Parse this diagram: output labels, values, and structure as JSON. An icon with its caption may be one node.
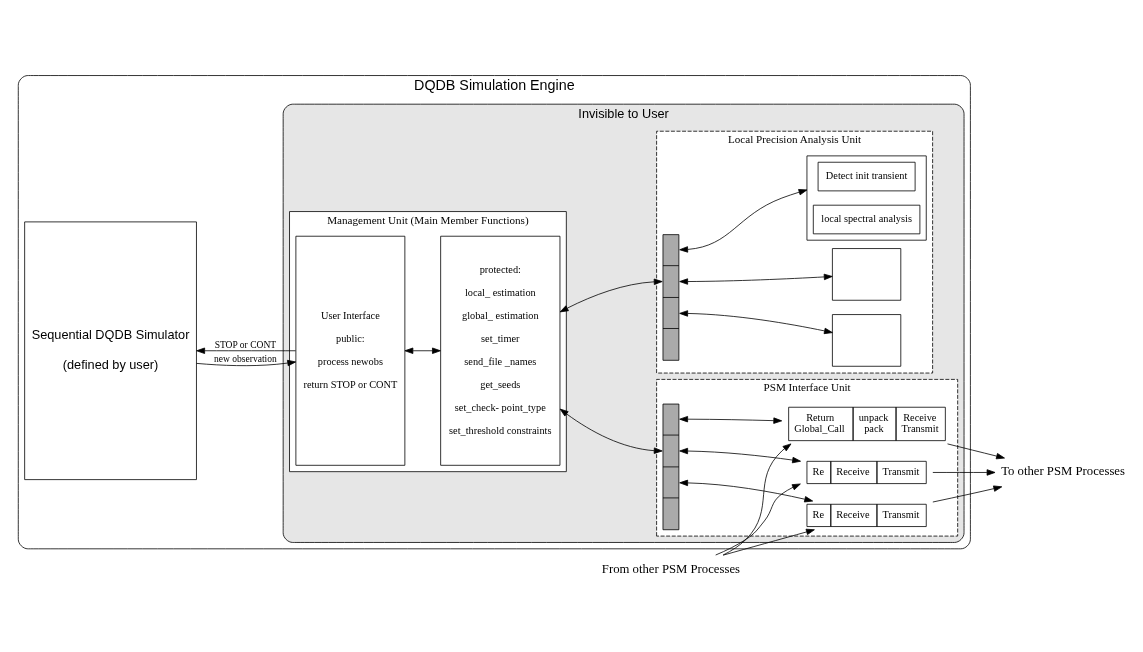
{
  "diagram": {
    "nodes": [
      {
        "text": [
          "DQDB Simulation Engine"
        ]
      },
      {
        "text": [
          "Sequential DQDB Simulator",
          "(defined by user)"
        ],
        "in": 0
      },
      {
        "text": [
          "Invisible to User"
        ],
        "in": 0
      },
      {
        "text": [
          "Management Unit (Main Member Functions)"
        ],
        "in": 2
      },
      {
        "text": [
          "Local Precision Analysis Unit"
        ],
        "in": 2
      },
      {
        "text": [
          "PSM Interface Unit"
        ],
        "in": 2
      },
      {
        "text": [
          "User Interface",
          "public:",
          "process newobs",
          "return STOP or CONT"
        ],
        "in": 3
      },
      {
        "text": [
          "protected:",
          "local_ estimation",
          "global_ estimation",
          "set_timer",
          "send_file _names",
          "get_seeds",
          "set_check- point_type",
          "set_threshold constraints"
        ],
        "in": 3
      },
      {
        "text": [],
        "shape": "bar",
        "in": 4
      },
      {
        "text": [],
        "shape": "box",
        "in": 4
      },
      {
        "text": [
          "Detect init transient"
        ],
        "in": 9
      },
      {
        "text": [
          "local spectral analysis"
        ],
        "in": 9
      },
      {
        "text": [],
        "shape": "box",
        "in": 4
      },
      {
        "text": [],
        "shape": "box",
        "in": 4
      },
      {
        "text": [],
        "shape": "bar",
        "in": 5
      },
      {
        "text": [
          "Return",
          "Global_Call",
          "unpack",
          "pack",
          "Receive",
          "Transmit"
        ],
        "in": 5
      },
      {
        "text": [
          "Re",
          "Receive",
          "Transmit"
        ],
        "in": 5
      },
      {
        "text": [
          "Re",
          "Receive",
          "Transmit"
        ],
        "in": 5
      },
      {
        "text": [
          "To other PSM Processes"
        ]
      },
      {
        "text": [
          "From other PSM Processes"
        ]
      }
    ],
    "edges": [
      {
        "from": 1,
        "to": 6,
        "arrow": "to",
        "label": "new observation"
      },
      {
        "from": 6,
        "to": 1,
        "arrow": "to",
        "label": "STOP or CONT"
      },
      {
        "from": 6,
        "to": 7,
        "arrow": "both"
      },
      {
        "from": 7,
        "to": 8,
        "arrow": "both"
      },
      {
        "from": 7,
        "to": 14,
        "arrow": "both"
      },
      {
        "from": 8,
        "to": 9,
        "arrow": "both"
      },
      {
        "from": 8,
        "to": 12,
        "arrow": "both"
      },
      {
        "from": 8,
        "to": 13,
        "arrow": "both"
      },
      {
        "from": 14,
        "to": 15,
        "arrow": "both"
      },
      {
        "from": 14,
        "to": 16,
        "arrow": "both"
      },
      {
        "from": 14,
        "to": 17,
        "arrow": "both"
      },
      {
        "from": 15,
        "to": 18,
        "arrow": "to"
      },
      {
        "from": 16,
        "to": 18,
        "arrow": "to"
      },
      {
        "from": 17,
        "to": 18,
        "arrow": "to"
      },
      {
        "from": 19,
        "to": 15,
        "arrow": "to"
      },
      {
        "from": 19,
        "to": 16,
        "arrow": "to"
      },
      {
        "from": 19,
        "to": 17,
        "arrow": "to"
      }
    ]
  }
}
